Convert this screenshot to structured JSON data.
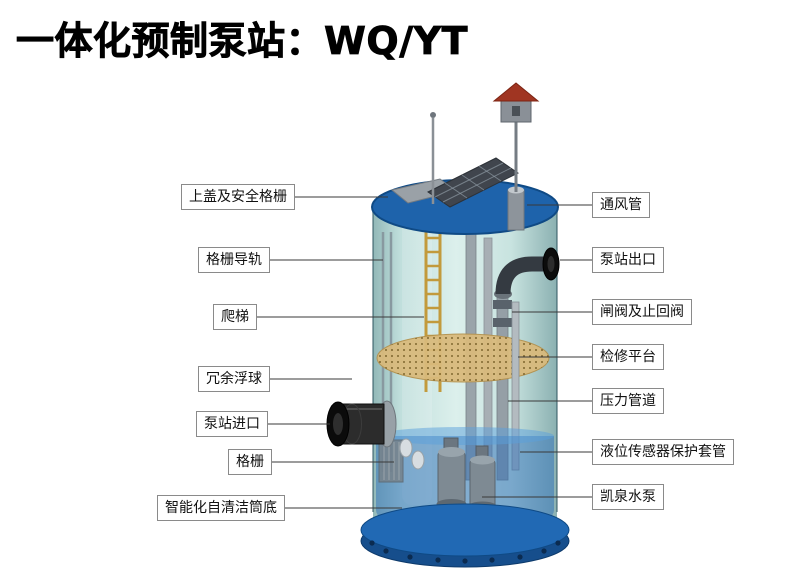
{
  "title": "一体化预制泵站：WQ/YT",
  "diagram": {
    "left_labels": [
      "上盖及安全格栅",
      "格栅导轨",
      "爬梯",
      "冗余浮球",
      "泵站进口",
      "格栅",
      "智能化自清洁筒底"
    ],
    "right_labels": [
      "通风管",
      "泵站出口",
      "闸阀及止回阀",
      "检修平台",
      "压力管道",
      "液位传感器保护套管",
      "凯泉水泵"
    ]
  },
  "colors": {
    "background": "#ffffff",
    "title_text": "#000000",
    "label_border": "#8a8a8a",
    "tank_teal": "#d8eeea",
    "lid_blue": "#1e63ab",
    "base_blue": "#2169b4",
    "platform_tan": "#d9ba7c",
    "ladder_yellow": "#c29a3c",
    "water_blue": "#2c6eb8",
    "pipe_black": "#1a1a1a",
    "roof_red": "#a03522"
  }
}
